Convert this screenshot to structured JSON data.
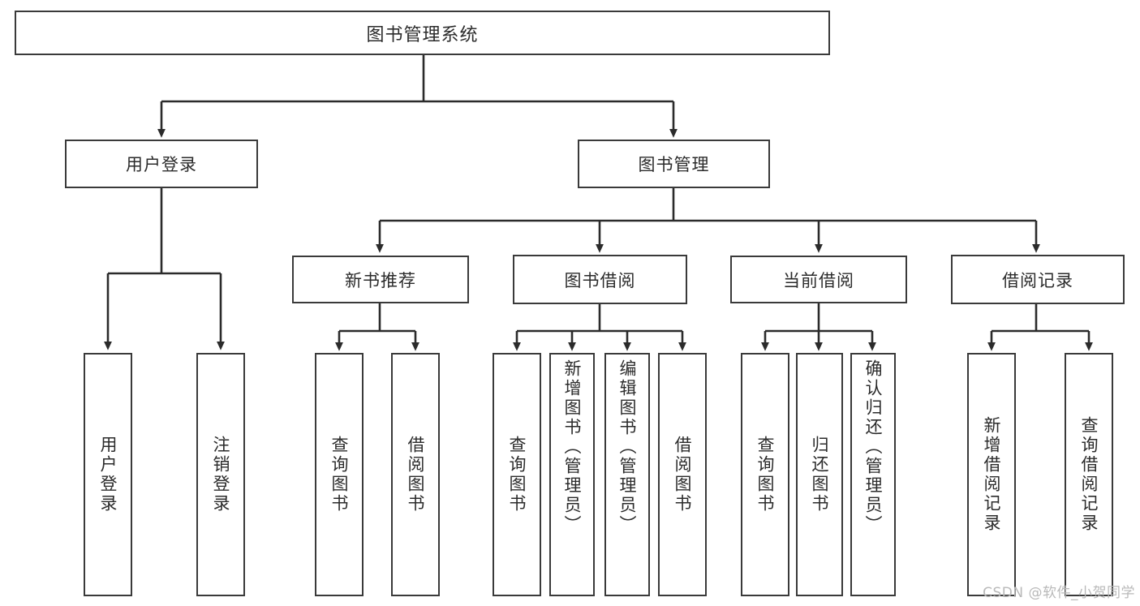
{
  "diagram": {
    "type": "tree",
    "title": "图书管理系统",
    "watermark": "CSDN @软件_小贺同学",
    "colors": {
      "box_border": "#3a3a3a",
      "box_fill": "#ffffff",
      "line": "#2b2b2b",
      "text": "#2b2b2b",
      "watermark": "#b9b9b9",
      "background": "#ffffff"
    },
    "root": {
      "label": "图书管理系统"
    },
    "level2": [
      {
        "label": "用户登录"
      },
      {
        "label": "图书管理"
      }
    ],
    "level3": [
      {
        "label": "新书推荐"
      },
      {
        "label": "图书借阅"
      },
      {
        "label": "当前借阅"
      },
      {
        "label": "借阅记录"
      }
    ],
    "leaves": {
      "user_login": [
        {
          "label": "用户登录"
        },
        {
          "label": "注销登录"
        }
      ],
      "new_book_recommend": [
        {
          "label": "查询图书"
        },
        {
          "label": "借阅图书"
        }
      ],
      "book_borrow": [
        {
          "label": "查询图书"
        },
        {
          "label": "新增图书（管理员）"
        },
        {
          "label": "编辑图书（管理员）"
        },
        {
          "label": "借阅图书"
        }
      ],
      "current_borrow": [
        {
          "label": "查询图书"
        },
        {
          "label": "归还图书"
        },
        {
          "label": "确认归还（管理员）"
        }
      ],
      "borrow_record": [
        {
          "label": "新增借阅记录"
        },
        {
          "label": "查询借阅记录"
        }
      ]
    }
  }
}
